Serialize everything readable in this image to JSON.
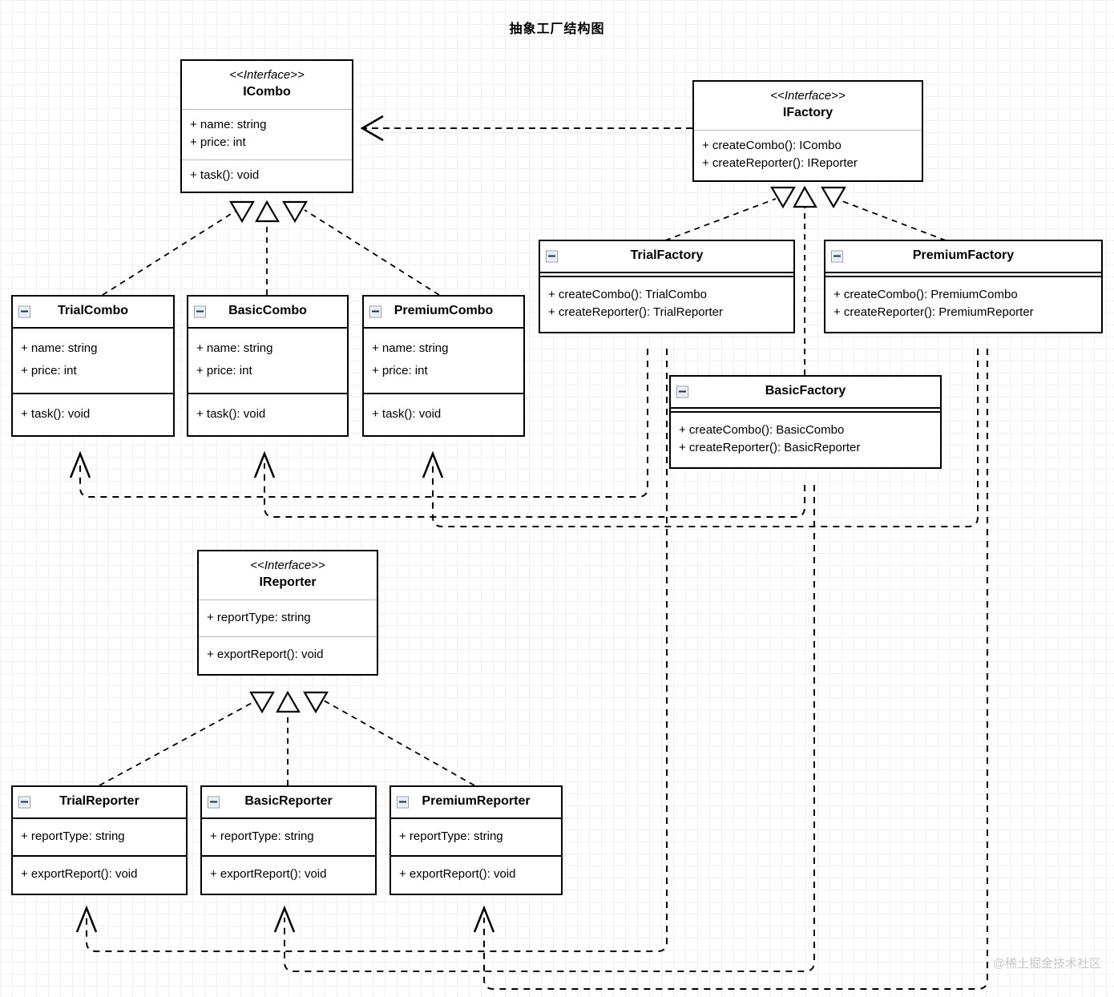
{
  "title": "抽象工厂结构图",
  "watermark": "@稀土掘金技术社区",
  "stereotype_label": "<<Interface>>",
  "icons": {
    "collapse": "collapse-minus-icon"
  },
  "classes": {
    "icombo": {
      "stereotype": "<<Interface>>",
      "name": "ICombo",
      "attributes": [
        "+ name: string",
        "+ price: int"
      ],
      "methods": [
        "+ task(): void"
      ]
    },
    "ifactory": {
      "stereotype": "<<Interface>>",
      "name": "IFactory",
      "methods": [
        "+ createCombo(): ICombo",
        "+ createReporter(): IReporter"
      ]
    },
    "ireporter": {
      "stereotype": "<<Interface>>",
      "name": "IReporter",
      "attributes": [
        "+ reportType: string"
      ],
      "methods": [
        "+ exportReport(): void"
      ]
    },
    "trialcombo": {
      "name": "TrialCombo",
      "attributes": [
        "+ name: string",
        "+ price: int"
      ],
      "methods": [
        "+ task(): void"
      ]
    },
    "basiccombo": {
      "name": "BasicCombo",
      "attributes": [
        "+ name: string",
        "+ price: int"
      ],
      "methods": [
        "+ task(): void"
      ]
    },
    "premiumcombo": {
      "name": "PremiumCombo",
      "attributes": [
        "+ name: string",
        "+ price: int"
      ],
      "methods": [
        "+ task(): void"
      ]
    },
    "trialfactory": {
      "name": "TrialFactory",
      "methods": [
        "+ createCombo(): TrialCombo",
        "+ createReporter(): TrialReporter"
      ]
    },
    "premiumfactory": {
      "name": "PremiumFactory",
      "methods": [
        "+ createCombo(): PremiumCombo",
        "+ createReporter(): PremiumReporter"
      ]
    },
    "basicfactory": {
      "name": "BasicFactory",
      "methods": [
        "+ createCombo(): BasicCombo",
        "+ createReporter(): BasicReporter"
      ]
    },
    "trialreporter": {
      "name": "TrialReporter",
      "attributes": [
        "+ reportType: string"
      ],
      "methods": [
        "+ exportReport(): void"
      ]
    },
    "basicreporter": {
      "name": "BasicReporter",
      "attributes": [
        "+ reportType: string"
      ],
      "methods": [
        "+ exportReport(): void"
      ]
    },
    "premiumreporter": {
      "name": "PremiumReporter",
      "attributes": [
        "+ reportType: string"
      ],
      "methods": [
        "+ exportReport(): void"
      ]
    }
  },
  "relationships": [
    {
      "type": "dependency",
      "from": "IFactory",
      "to": "ICombo"
    },
    {
      "type": "realization",
      "from": "TrialCombo",
      "to": "ICombo"
    },
    {
      "type": "realization",
      "from": "BasicCombo",
      "to": "ICombo"
    },
    {
      "type": "realization",
      "from": "PremiumCombo",
      "to": "ICombo"
    },
    {
      "type": "realization",
      "from": "TrialFactory",
      "to": "IFactory"
    },
    {
      "type": "realization",
      "from": "BasicFactory",
      "to": "IFactory"
    },
    {
      "type": "realization",
      "from": "PremiumFactory",
      "to": "IFactory"
    },
    {
      "type": "realization",
      "from": "TrialReporter",
      "to": "IReporter"
    },
    {
      "type": "realization",
      "from": "BasicReporter",
      "to": "IReporter"
    },
    {
      "type": "realization",
      "from": "PremiumReporter",
      "to": "IReporter"
    },
    {
      "type": "dependency",
      "from": "TrialFactory",
      "to": "TrialCombo"
    },
    {
      "type": "dependency",
      "from": "BasicFactory",
      "to": "BasicCombo"
    },
    {
      "type": "dependency",
      "from": "PremiumFactory",
      "to": "PremiumCombo"
    },
    {
      "type": "dependency",
      "from": "TrialFactory",
      "to": "TrialReporter"
    },
    {
      "type": "dependency",
      "from": "BasicFactory",
      "to": "BasicReporter"
    },
    {
      "type": "dependency",
      "from": "PremiumFactory",
      "to": "PremiumReporter"
    }
  ]
}
